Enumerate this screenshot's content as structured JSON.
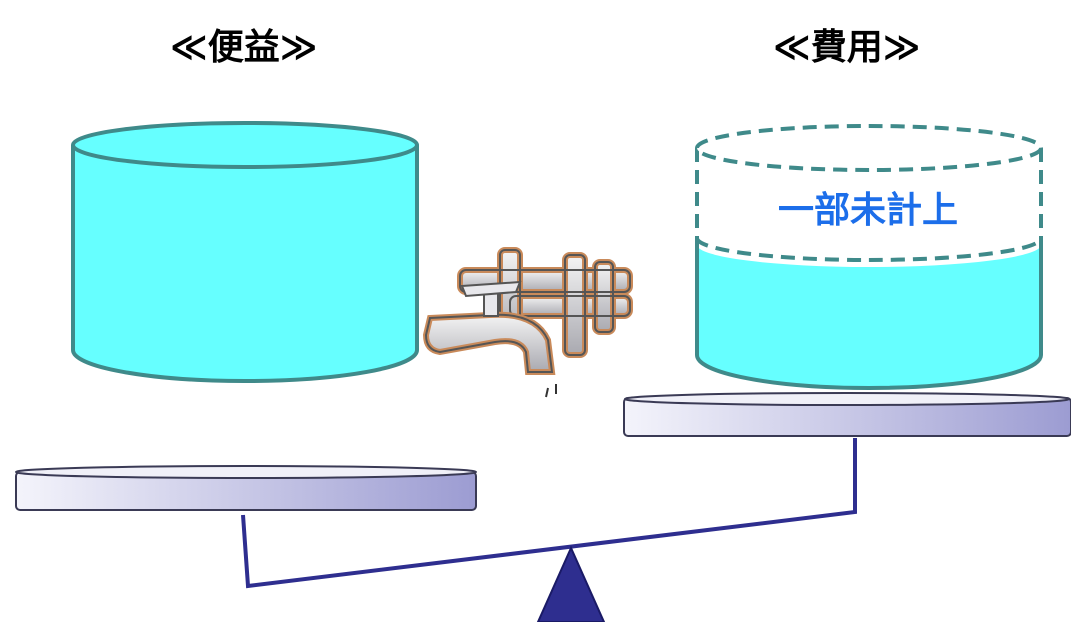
{
  "labels": {
    "benefit": "≪便益≫",
    "cost": "≪費用≫",
    "unrecorded": "一部未計上"
  },
  "colors": {
    "water": "#66FFFF",
    "cylinder_stroke": "#3F8A8A",
    "unrecorded_text": "#1C6EEA",
    "beam": "#2E2E8F",
    "fulcrum": "#2E2E8F",
    "plate_light": "#EEEEF8",
    "plate_dark": "#9E9ED4"
  },
  "icons": {
    "faucet": "faucet-and-pipes-icon"
  }
}
